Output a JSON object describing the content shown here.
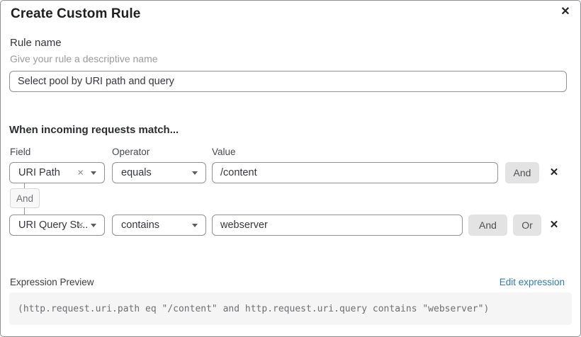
{
  "dialog": {
    "title": "Create Custom Rule"
  },
  "icons": {
    "close": "✕",
    "remove": "✕",
    "clear": "×"
  },
  "rule_name": {
    "label": "Rule name",
    "hint": "Give your rule a descriptive name",
    "value": "Select pool by URI path and query"
  },
  "matcher": {
    "heading": "When incoming requests match...",
    "columns": {
      "field": "Field",
      "operator": "Operator",
      "value": "Value"
    },
    "connector_label": "And",
    "rows": [
      {
        "field": "URI Path",
        "operator": "equals",
        "value": "/content",
        "buttons": [
          "And"
        ]
      },
      {
        "field": "URI Query St...",
        "operator": "contains",
        "value": "webserver",
        "buttons": [
          "And",
          "Or"
        ]
      }
    ]
  },
  "expression": {
    "label": "Expression Preview",
    "edit_link": "Edit expression",
    "preview": "(http.request.uri.path eq \"/content\" and http.request.uri.query contains \"webserver\")"
  },
  "colors": {
    "link_blue": "#2e7cb5",
    "chip_bg": "#e3e3e4",
    "code_bg": "#f5f5f6",
    "border_gray": "#8f9193"
  }
}
